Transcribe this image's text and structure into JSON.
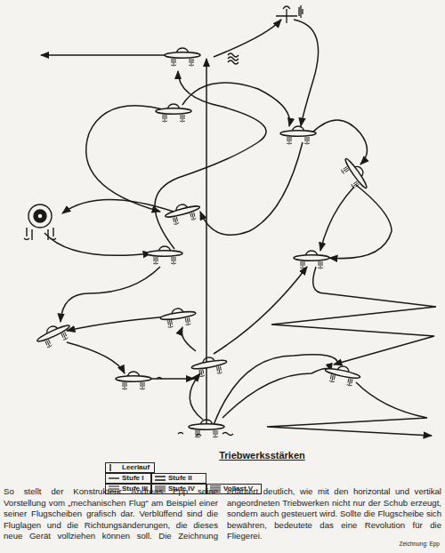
{
  "diagram": {
    "caption": "So stellt der Konstrukteur Andreas Epp seine Vorstellung vom „mechanischen Flug“ am Beispiel einer seiner Flugscheiben grafisch dar. Verblüffend sind die Fluglagen und die Richtungsänderungen, die dieses neue Gerät vollziehen können soll. Die Zeichnung erläutert deutlich, wie mit den horizontal und vertikal angeordneten Triebwerken nicht nur der Schub erzeugt, sondern auch gesteuert wird. Sollte die Flugscheibe sich bewähren, bedeutete das eine Revolution für die Fliegerei.",
    "labels": [
      "Triebwerksstärken",
      "Zeichnung: Epp"
    ],
    "legend": [
      {
        "text": "Leerlauf"
      },
      {
        "text": "Stufe I"
      },
      {
        "text": "Stufe II"
      },
      {
        "text": "Stufe III"
      },
      {
        "text": "Stufe IV"
      },
      {
        "text": "Vollast V"
      }
    ]
  }
}
